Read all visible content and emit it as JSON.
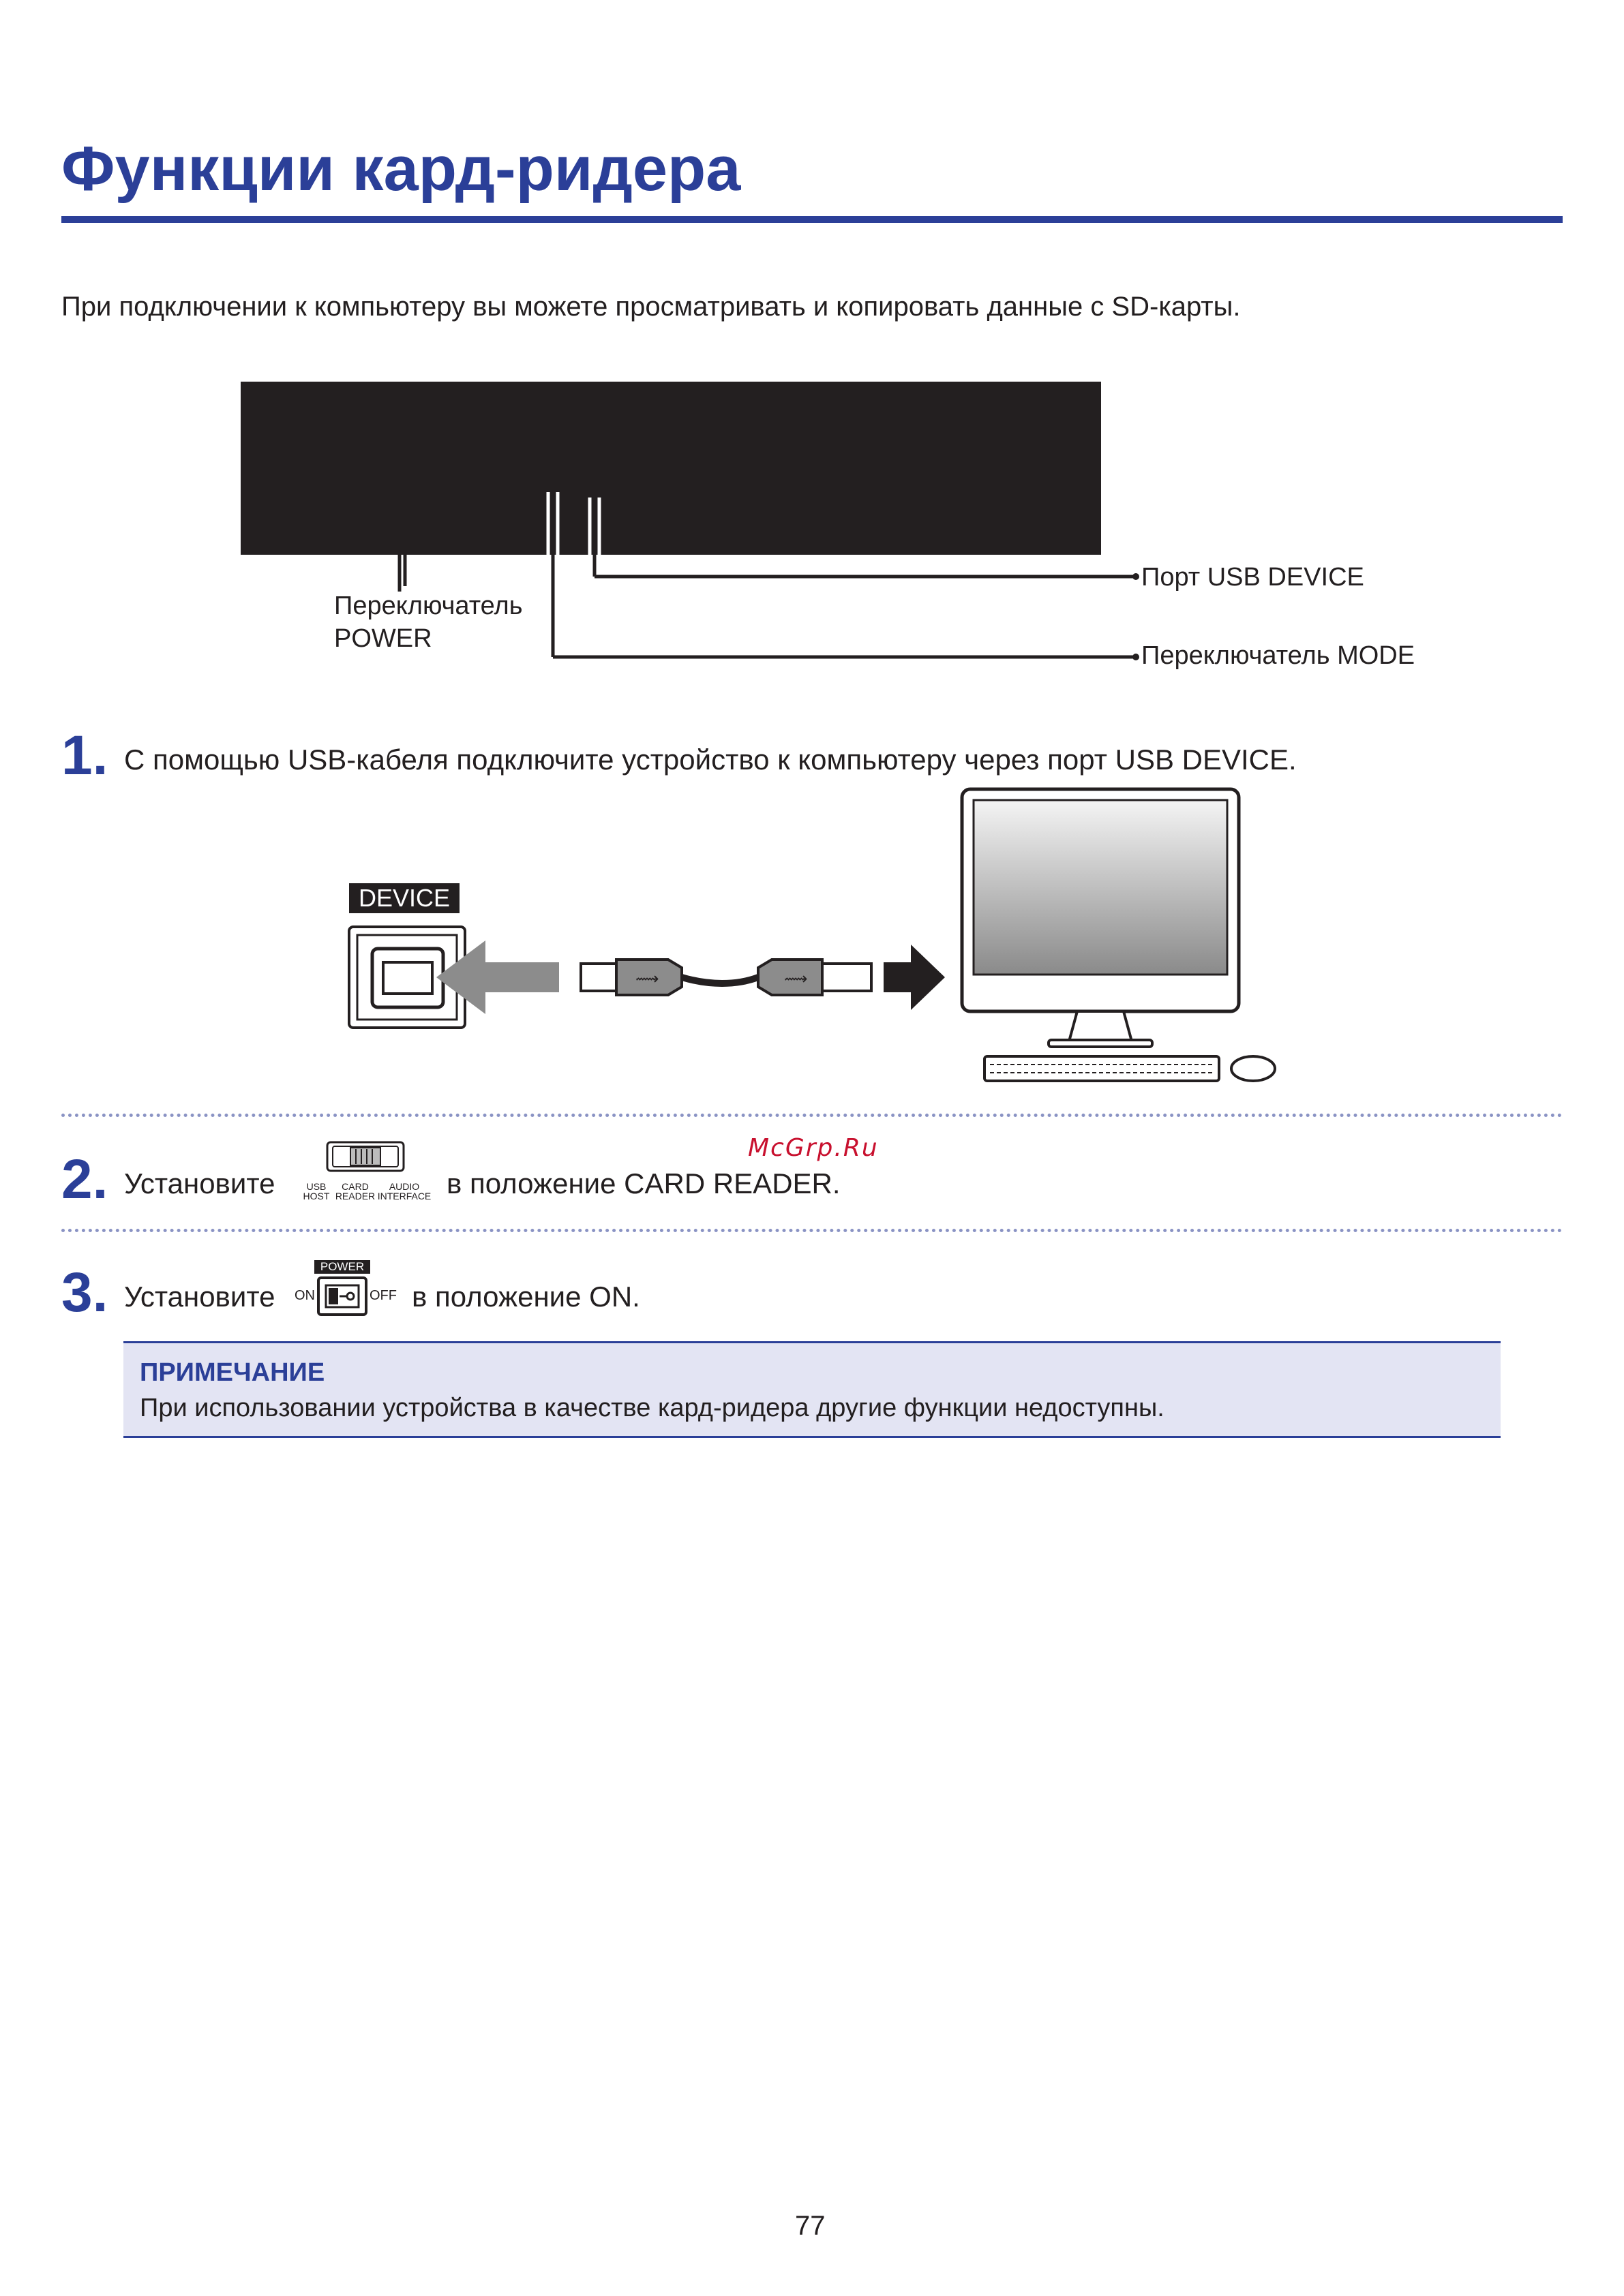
{
  "page": {
    "title": "Функции кард-ридера",
    "intro": "При подключении к компьютеру вы можете просматривать и копировать данные с SD-карты.",
    "page_number": "77",
    "watermark": "McGrp.Ru"
  },
  "diagram": {
    "power_switch_label_line1": "Переключатель",
    "power_switch_label_line2": "POWER",
    "usb_port_label": "Порт USB DEVICE",
    "mode_switch_label": "Переключатель MODE"
  },
  "steps": [
    {
      "number": "1.",
      "text": "С помощью USB-кабеля подключите устройство к компьютеру через порт USB DEVICE."
    },
    {
      "number": "2.",
      "text_before": "Установите",
      "text_after": "в положение CARD READER."
    },
    {
      "number": "3.",
      "text_before": "Установите",
      "text_after": "в положение ON."
    }
  ],
  "illustration": {
    "device_label": "DEVICE",
    "mode_switch_positions": [
      {
        "line1": "USB",
        "line2": "HOST"
      },
      {
        "line1": "CARD",
        "line2": "READER"
      },
      {
        "line1": "AUDIO",
        "line2": "INTERFACE"
      }
    ],
    "power_switch_tag": "POWER",
    "power_on": "ON",
    "power_off": "OFF"
  },
  "note": {
    "title": "ПРИМЕЧАНИЕ",
    "text": "При использовании устройства в качестве кард-ридера другие функции недоступны."
  },
  "colors": {
    "accent": "#2b3f98",
    "note_background": "#e3e4f3",
    "device_panel": "#231f20",
    "watermark": "#c8102e"
  }
}
